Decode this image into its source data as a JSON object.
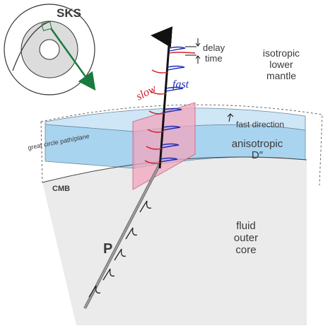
{
  "inset": {
    "title": "SKS"
  },
  "labels": {
    "delay": "delay",
    "time": "time",
    "slow": "slow",
    "fast": "fast",
    "fast_direction": "fast direction",
    "great_circle": "great circle path/plane",
    "cmb": "CMB",
    "p_wave": "P",
    "isotropic_1": "isotropic",
    "isotropic_2": "lower",
    "isotropic_3": "mantle",
    "anisotropic_1": "anisotropic",
    "anisotropic_2": "D″",
    "core_1": "fluid",
    "core_2": "outer",
    "core_3": "core"
  },
  "colors": {
    "layer_blue": "#a9d4ef",
    "plane_pink": "#f3a6bd",
    "slow_red": "#d21f2b",
    "fast_blue": "#1d2fb8",
    "core_gray": "#ebebeb",
    "ray_green": "#1a7a3e",
    "text_gray": "#3a3a3a"
  }
}
